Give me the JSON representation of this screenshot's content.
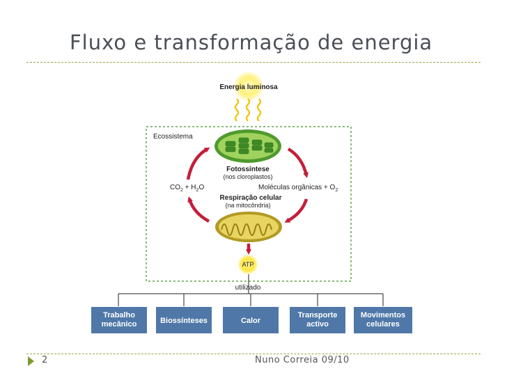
{
  "slide": {
    "title": "Fluxo e transformação de energia",
    "number": "2",
    "author": "Nuno Correia 09/10"
  },
  "diagram": {
    "light_label": "Energia luminosa",
    "ecosystem_label": "Ecossistema",
    "photosynthesis": {
      "title": "Fotossíntese",
      "subtitle": "(nos cloroplastos)"
    },
    "respiration": {
      "title": "Respiração celular",
      "subtitle": "(na mitocôndria)"
    },
    "left_compounds": {
      "a": "CO",
      "a_sub": "2",
      "plus": " + H",
      "b_sub": "2",
      "c": "O"
    },
    "right_compounds": {
      "a": "Moléculas orgânicas + O",
      "a_sub": "2"
    },
    "atp_label": "ATP",
    "utilizado_label": "utilizado",
    "uses": [
      {
        "line1": "Trabalho",
        "line2": "mecânico"
      },
      {
        "line1": "Biossínteses",
        "line2": ""
      },
      {
        "line1": "Calor",
        "line2": ""
      },
      {
        "line1": "Transporte",
        "line2": "activo"
      },
      {
        "line1": "Movimentos",
        "line2": "celulares"
      }
    ],
    "colors": {
      "arrow_red": "#c41e3a",
      "box_blue": "#4f78a8",
      "chloroplast_green": "#7ab648",
      "mitochondria_yellow": "#d8c24a",
      "sun_yellow": "#ffe94d",
      "dash_green": "#5aa84a"
    }
  }
}
